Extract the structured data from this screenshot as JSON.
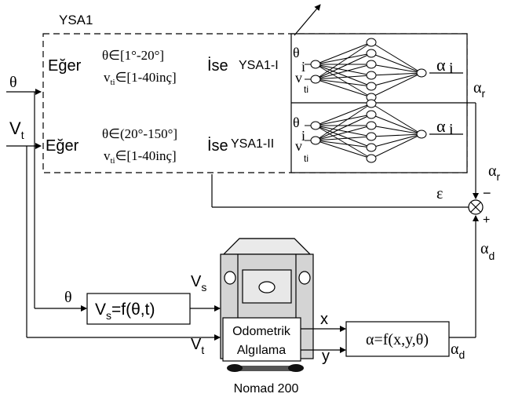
{
  "title": "YSA1",
  "inputs": {
    "theta": "θ",
    "vt": "V",
    "vt_sub": "t"
  },
  "rule1": {
    "if_word": "Eğer",
    "cond_theta": "θ∈[1°-20°]",
    "cond_v": "v",
    "cond_v_sub": "ti",
    "cond_v_range": "∈[1-40inç]",
    "then_word": "İse",
    "network_label": "YSA1-I",
    "net_in_theta": "θ",
    "net_in_theta_sub": "i",
    "net_in_v": "v",
    "net_in_v_sub": "ti",
    "net_out": "α",
    "net_out_sub": "i"
  },
  "rule2": {
    "if_word": "Eğer",
    "cond_theta": "θ∈(20°-150°]",
    "cond_v": "v",
    "cond_v_sub": "ti",
    "cond_v_range": "∈[1-40inç]",
    "then_word": "İse",
    "network_label": "YSA1-II",
    "net_in_theta": "θ",
    "net_in_theta_sub": "i",
    "net_in_v": "v",
    "net_in_v_sub": "ti",
    "net_out": "α",
    "net_out_sub": "i"
  },
  "signals": {
    "alpha": "α",
    "r": "r",
    "d": "d",
    "epsilon": "ε",
    "minus": "−",
    "plus": "+",
    "theta": "θ",
    "V": "V",
    "s": "s",
    "t": "t",
    "x": "x",
    "y": "y"
  },
  "blocks": {
    "vs_func": "=f(θ,t)",
    "odometric_line1": "Odometrik",
    "odometric_line2": "Algılama",
    "alpha_func": "α=f(x,y,θ)",
    "robot_label": "Nomad 200"
  },
  "colors": {
    "line": "#000000",
    "robot_body": "#d9d9d9",
    "robot_wheel": "#111111",
    "background": "#ffffff"
  }
}
